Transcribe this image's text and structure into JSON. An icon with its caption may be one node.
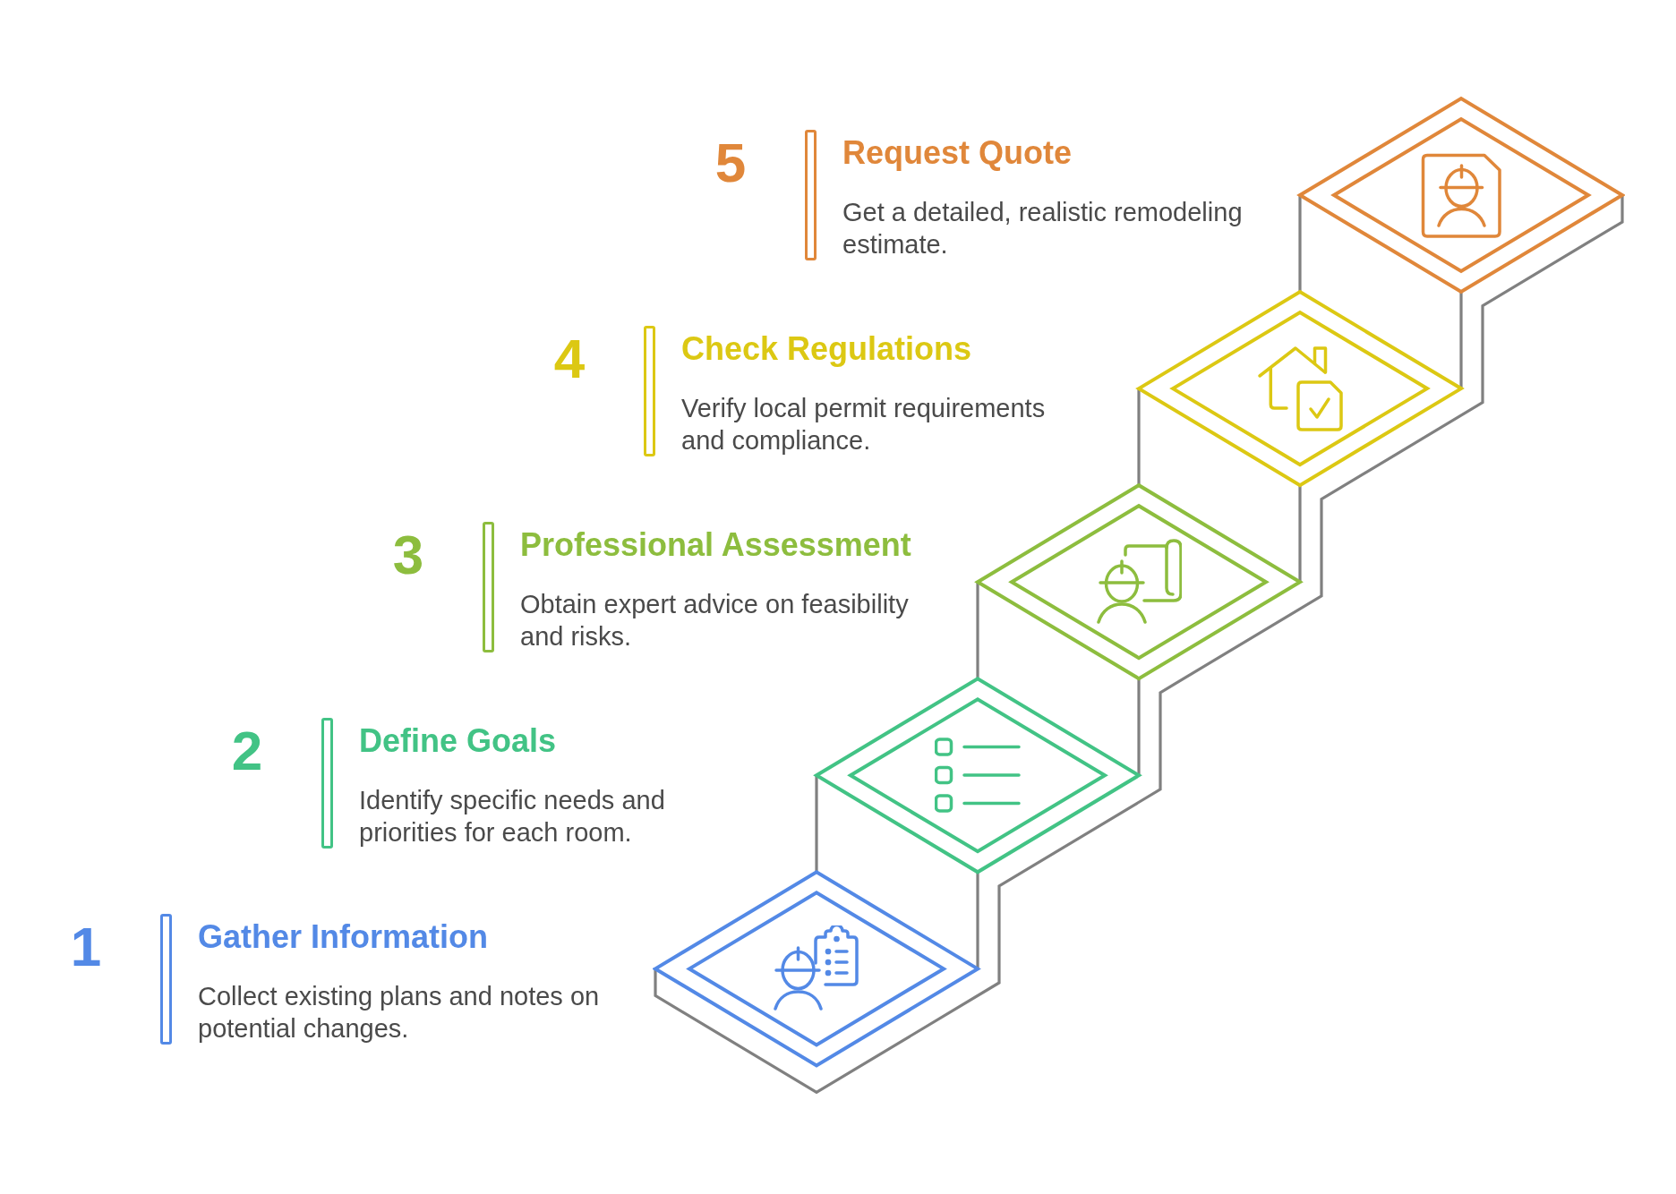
{
  "diagram": {
    "nodes": [
      {
        "text": [
          "Gather Information",
          "Collect existing plans and notes on potential changes."
        ],
        "beside": [
          "1"
        ]
      },
      {
        "text": [
          "Define Goals",
          "Identify specific needs and priorities for each room."
        ],
        "beside": [
          "2"
        ]
      },
      {
        "text": [
          "Professional Assessment",
          "Obtain expert advice on feasibility and risks."
        ],
        "beside": [
          "3"
        ]
      },
      {
        "text": [
          "Check Regulations",
          "Verify local permit requirements and compliance."
        ],
        "beside": [
          "4"
        ]
      },
      {
        "text": [
          "Request Quote",
          "Get a detailed, realistic remodeling estimate."
        ],
        "beside": [
          "5"
        ]
      }
    ]
  }
}
